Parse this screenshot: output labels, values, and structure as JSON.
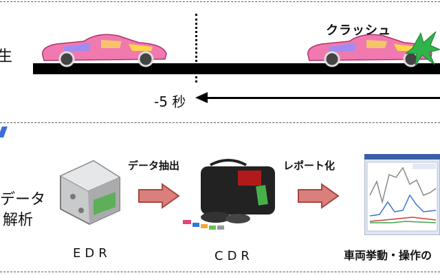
{
  "crash_label": "クラッシュ",
  "left_label_top": "生",
  "time_label": "-5 秒",
  "left_label_bottom_line1": "データ",
  "left_label_bottom_line2": "解析",
  "step1_label": "データ抽出",
  "step2_label": "レポート化",
  "device1_label": "EDR",
  "device2_label": "CDR",
  "report_label": "車両挙動・操作の",
  "colors": {
    "road": "#000000",
    "arrow_red": "#c0504d",
    "crash_burst": "#2fb34a"
  },
  "icons": [
    "car-icon",
    "crash-burst-icon",
    "edr-device-icon",
    "cdr-kit-icon",
    "report-screen-icon",
    "right-arrow-icon"
  ]
}
